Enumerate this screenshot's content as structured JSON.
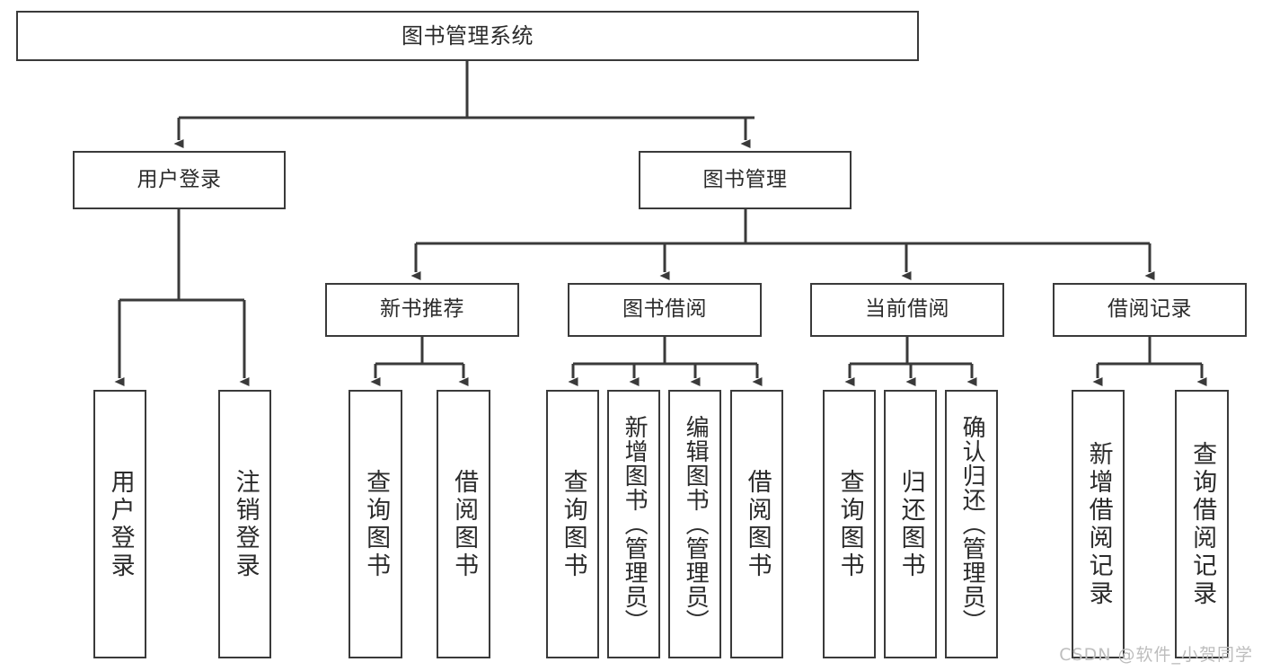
{
  "diagram": {
    "title": "图书管理系统",
    "type": "hierarchy-tree",
    "watermark": "CSDN @软件_小贺同学",
    "colors": {
      "background": "#ffffff",
      "box_border": "#3a3a3a",
      "text": "#2b2b2b",
      "connector": "#3a3a3a",
      "watermark": "#bdbdbd"
    },
    "levels": {
      "root": {
        "label": "图书管理系统"
      },
      "level2": [
        {
          "label": "用户登录"
        },
        {
          "label": "图书管理"
        }
      ],
      "level3": [
        {
          "label": "新书推荐"
        },
        {
          "label": "图书借阅"
        },
        {
          "label": "当前借阅"
        },
        {
          "label": "借阅记录"
        }
      ],
      "leaves": {
        "user_login": [
          {
            "label": "用户登录"
          },
          {
            "label": "注销登录"
          }
        ],
        "new_book_recommend": [
          {
            "label": "查询图书"
          },
          {
            "label": "借阅图书"
          }
        ],
        "book_borrow": [
          {
            "label": "查询图书"
          },
          {
            "label": "新增图书（管理员）"
          },
          {
            "label": "编辑图书（管理员）"
          },
          {
            "label": "借阅图书"
          }
        ],
        "current_borrow": [
          {
            "label": "查询图书"
          },
          {
            "label": "归还图书"
          },
          {
            "label": "确认归还（管理员）"
          }
        ],
        "borrow_record": [
          {
            "label": "新增借阅记录"
          },
          {
            "label": "查询借阅记录"
          }
        ]
      }
    }
  }
}
